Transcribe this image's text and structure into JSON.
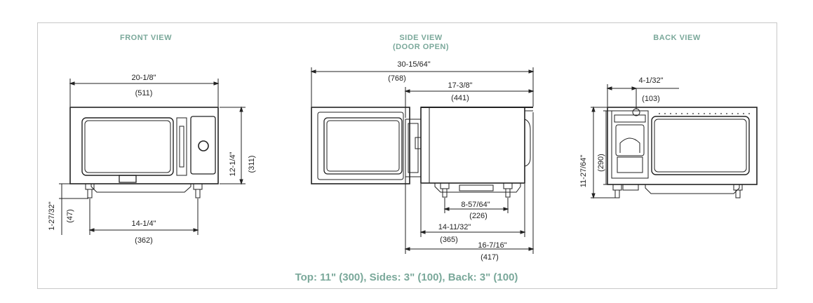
{
  "views": {
    "front": {
      "title": "FRONT VIEW",
      "width_in": "20-1/8\"",
      "width_mm": "(511)",
      "height_in": "12-1/4\"",
      "height_mm": "(311)",
      "feet_in": "14-1/4\"",
      "feet_mm": "(362)",
      "foot_height_in": "1-27/32\"",
      "foot_height_mm": "(47)"
    },
    "side": {
      "title_line1": "SIDE VIEW",
      "title_line2": "(DOOR OPEN)",
      "open_depth_in": "30-15/64\"",
      "open_depth_mm": "(768)",
      "body_depth_in": "17-3/8\"",
      "body_depth_mm": "(441)",
      "feet_in": "8-57/64\"",
      "feet_mm": "(226)",
      "depth2_in": "14-11/32\"",
      "depth2_mm": "(365)",
      "depth3_in": "16-7/16\"",
      "depth3_mm": "(417)"
    },
    "back": {
      "title": "BACK VIEW",
      "offset_in": "4-1/32\"",
      "offset_mm": "(103)",
      "height_in": "11-27/64\"",
      "height_mm": "(290)"
    }
  },
  "clearance_note": "Top: 11\" (300), Sides: 3\" (100), Back: 3\" (100)",
  "colors": {
    "accent": "#7aa89a",
    "line": "#222222"
  }
}
